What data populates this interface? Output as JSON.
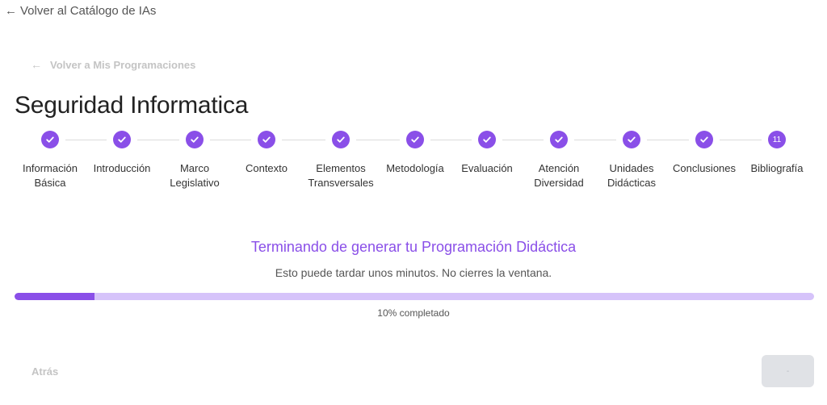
{
  "nav": {
    "catalog_back": "Volver al Catálogo de IAs",
    "programs_back": "Volver a Mis Programaciones"
  },
  "page": {
    "title": "Seguridad Informatica"
  },
  "stepper": {
    "steps": [
      {
        "label": "Información\nBásica",
        "state": "done"
      },
      {
        "label": "Introducción",
        "state": "done"
      },
      {
        "label": "Marco\nLegislativo",
        "state": "done"
      },
      {
        "label": "Contexto",
        "state": "done"
      },
      {
        "label": "Elementos\nTransversales",
        "state": "done"
      },
      {
        "label": "Metodología",
        "state": "done"
      },
      {
        "label": "Evaluación",
        "state": "done"
      },
      {
        "label": "Atención\nDiversidad",
        "state": "done"
      },
      {
        "label": "Unidades\nDidácticas",
        "state": "done"
      },
      {
        "label": "Conclusiones",
        "state": "done"
      },
      {
        "label": "Bibliografía",
        "state": "current",
        "number": "11"
      }
    ]
  },
  "status": {
    "title": "Terminando de generar tu Programación Didáctica",
    "subtitle": "Esto puede tardar unos minutos. No cierres la ventana.",
    "progress_fraction": 0.1,
    "progress_text": "10% completado"
  },
  "footer": {
    "back_label": "Atrás",
    "next_label": "-"
  },
  "colors": {
    "accent": "#8a4fe8",
    "track": "#d6c3fa"
  }
}
